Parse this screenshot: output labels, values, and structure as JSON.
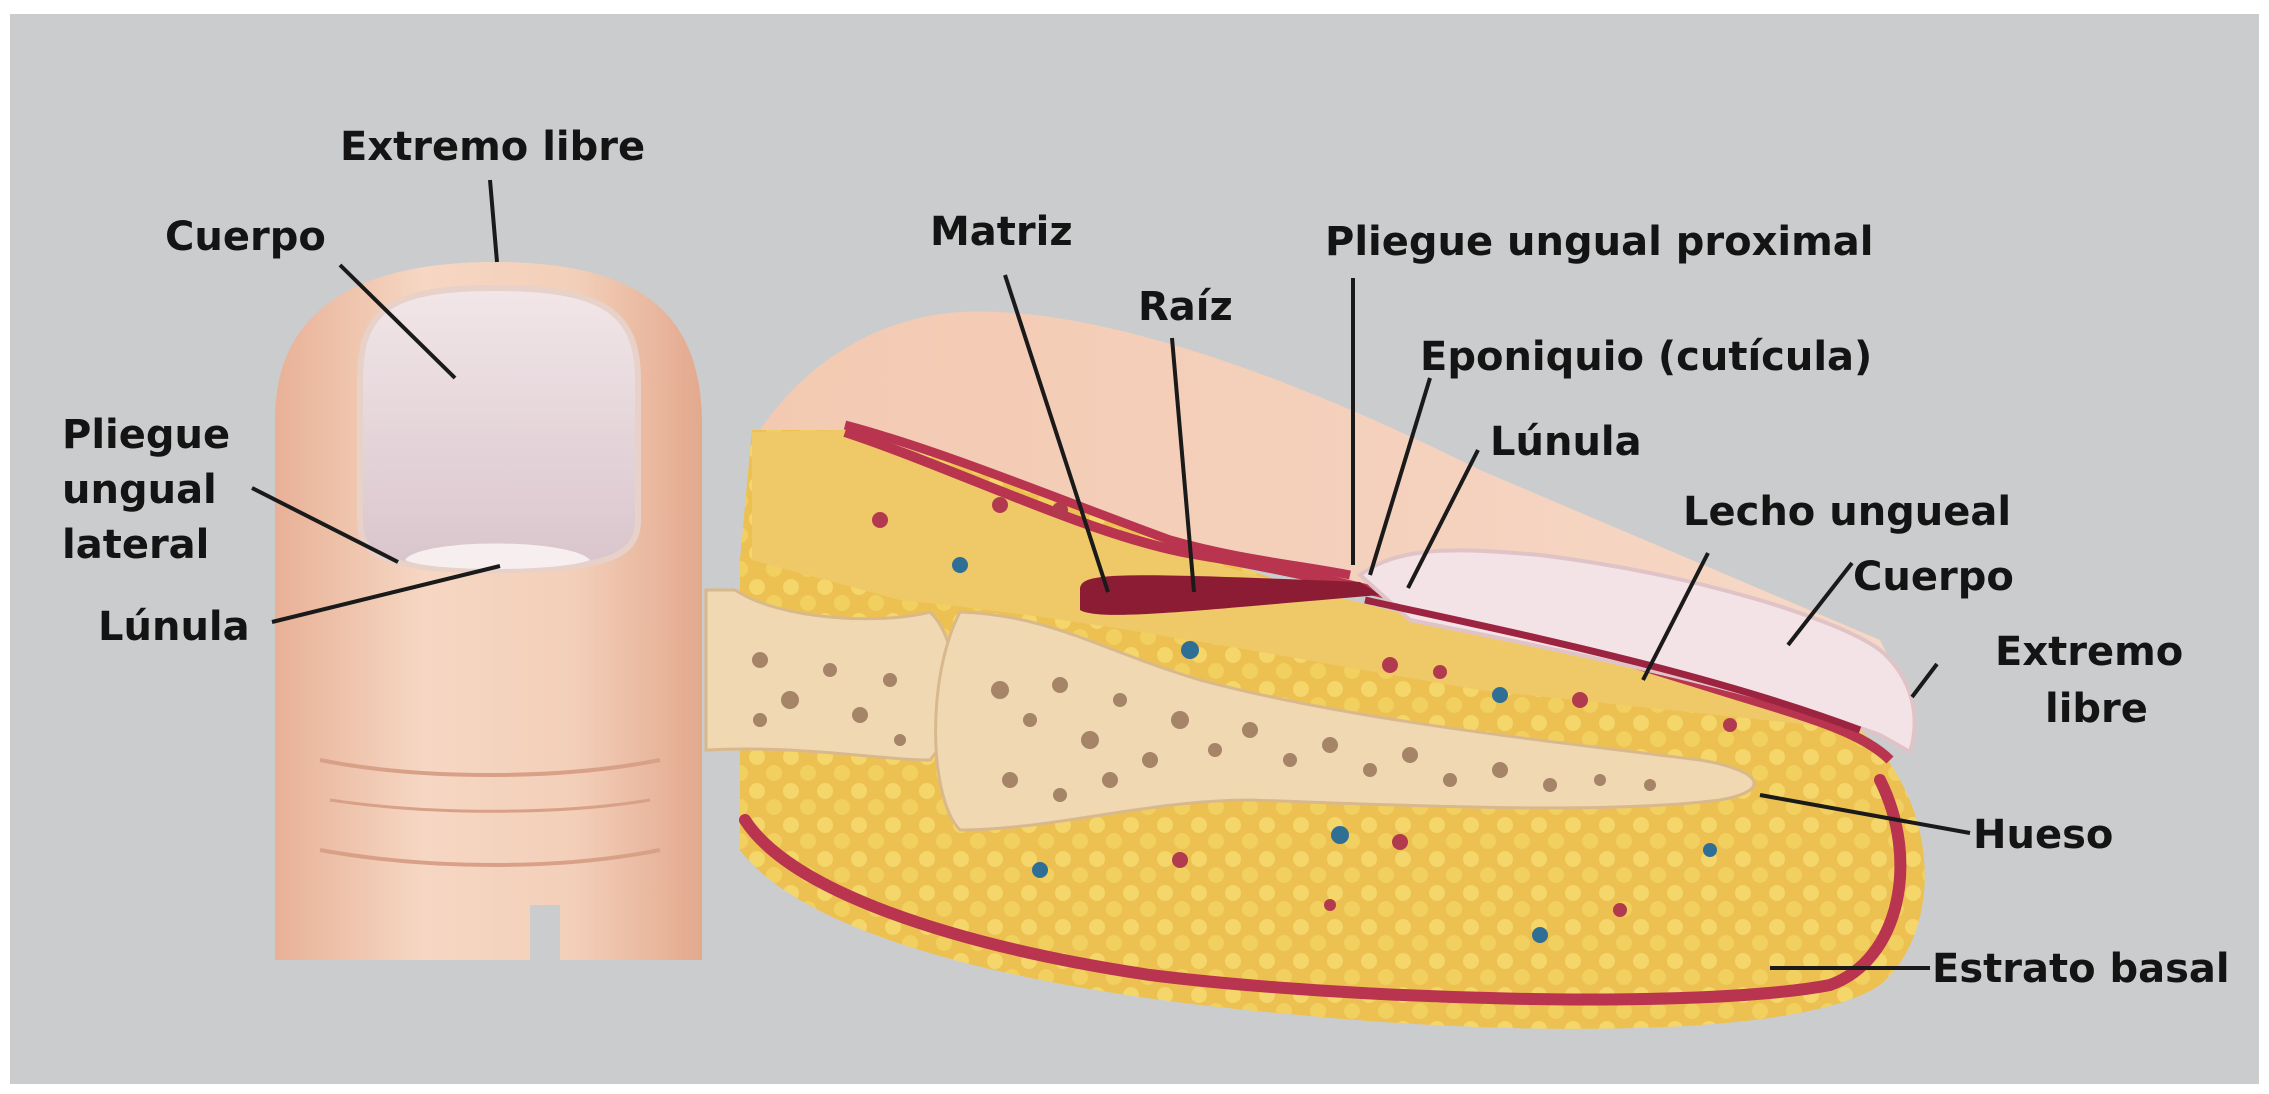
{
  "labels": {
    "extremo_libre_top": "Extremo libre",
    "cuerpo_left": "Cuerpo",
    "pliegue_line1": "Pliegue",
    "pliegue_line2": "ungual",
    "pliegue_line3": "lateral",
    "lunula_left": "Lúnula",
    "matriz": "Matriz",
    "raiz": "Raíz",
    "pliegue_proximal": "Pliegue ungual proximal",
    "eponiquio": "Eponiquio (cutícula)",
    "lunula_right": "Lúnula",
    "lecho_ungueal": "Lecho ungueal",
    "cuerpo_right": "Cuerpo",
    "extremo_line1": "Extremo",
    "extremo_line2": "libre",
    "hueso": "Hueso",
    "estrato_basal": "Estrato basal"
  },
  "colors": {
    "background": "#cacccd",
    "skin": "#f1c9ad",
    "nail": "#ece0e3",
    "fat": "#ecc152",
    "bone": "#f0d9b2",
    "dermis_line": "#b8344f",
    "leader": "#1a1a1a"
  }
}
